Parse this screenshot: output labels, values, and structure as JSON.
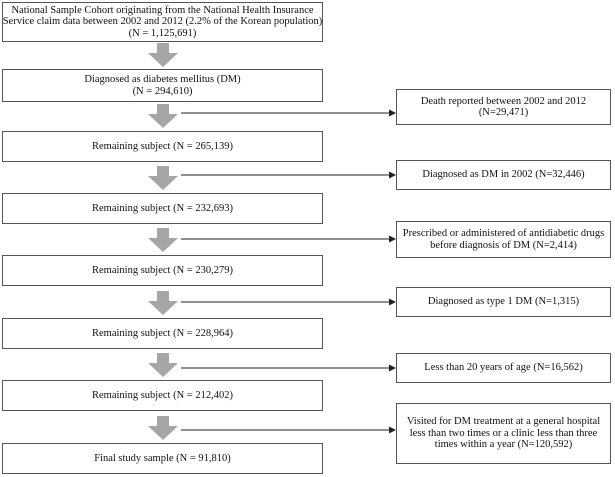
{
  "colors": {
    "box_border": "#555555",
    "arrow_fill": "#a6a6a6",
    "connector": "#222222",
    "text": "#111111"
  },
  "main": {
    "source": {
      "line1": "National Sample Cohort originating  from the National Health Insurance",
      "line2": "Service claim data between 2002 and 2012 (2.2% of the Korean population)",
      "line3": "(N = 1,125,691)"
    },
    "dm": {
      "line1": "Diagnosed as diabetes mellitus  (DM)",
      "line2": "(N = 294,610)"
    },
    "remaining1": "Remaining  subject (N = 265,139)",
    "remaining2": "Remaining  subject (N = 232,693)",
    "remaining3": "Remaining  subject (N = 230,279)",
    "remaining4": "Remaining  subject (N = 228,964)",
    "remaining5": "Remaining  subject (N = 212,402)",
    "final": "Final study sample (N = 91,810)"
  },
  "exclusions": {
    "death": {
      "line1": "Death reported between 2002 and 2012",
      "line2": "(N=29,471)"
    },
    "dm2002": "Diagnosed as DM in 2002 (N=32,446)",
    "prescribed": {
      "line1": "Prescribed or administered of antidiabetic drugs",
      "line2": "before diagnosis of DM (N=2,414)"
    },
    "type1": "Diagnosed as type 1 DM (N=1,315)",
    "age": "Less than 20 years of age (N=16,562)",
    "visited": {
      "line1": "Visited for DM treatment at a general hospital",
      "line2": "less than two times or a clinic less than three",
      "line3": "times within a year (N=120,592)"
    }
  }
}
